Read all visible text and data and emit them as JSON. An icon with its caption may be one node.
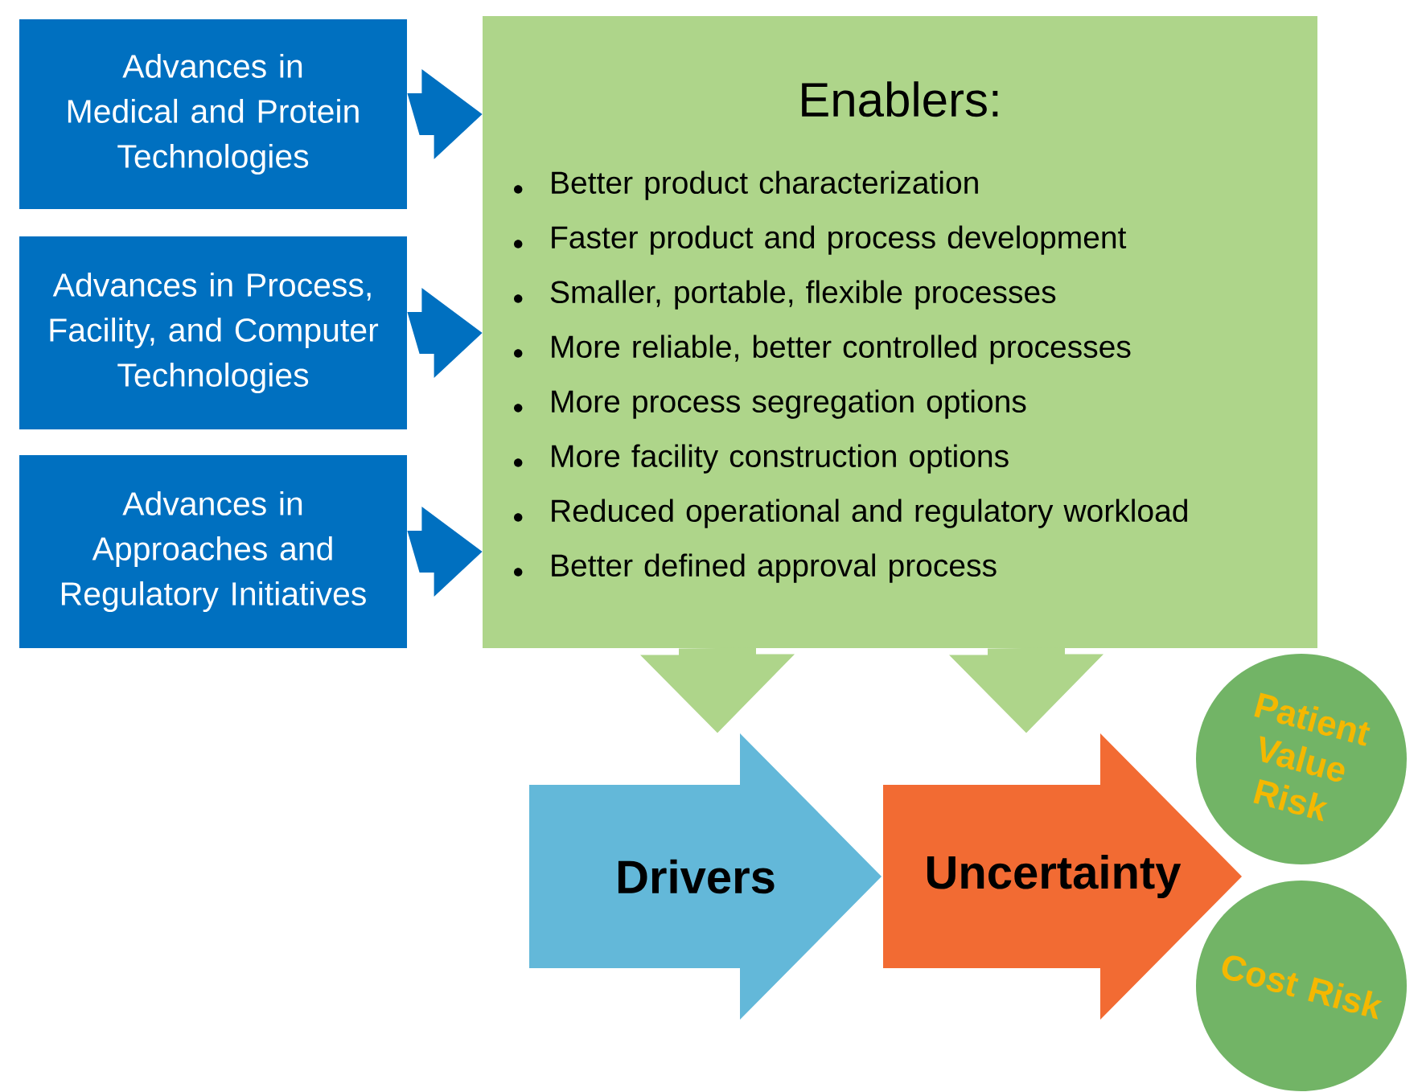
{
  "diagram": {
    "nodes": [
      {
        "text": [
          "Advances in Medical and Protein Technologies"
        ]
      },
      {
        "text": [
          "Advances in Process, Facility, and Computer Technologies"
        ]
      },
      {
        "text": [
          "Advances in Approaches and Regulatory Initiatives"
        ]
      },
      {
        "text": [
          "Enablers:",
          "Better product characterization",
          "Faster product and process development",
          "Smaller, portable, flexible processes",
          "More reliable, better controlled processes",
          "More process segregation options",
          "More facility construction options",
          "Reduced operational and regulatory workload",
          "Better defined approval process"
        ]
      },
      {
        "text": [
          "Drivers"
        ]
      },
      {
        "text": [
          "Uncertainty"
        ]
      },
      {
        "text": [
          "Patient Value Risk"
        ]
      },
      {
        "text": [
          "Cost Risk"
        ]
      }
    ],
    "edges": [
      {
        "from": 0,
        "to": 3,
        "arrow": "to"
      },
      {
        "from": 1,
        "to": 3,
        "arrow": "to"
      },
      {
        "from": 2,
        "to": 3,
        "arrow": "to"
      },
      {
        "from": 3,
        "to": 4,
        "arrow": "to",
        "color": "#aed58a"
      },
      {
        "from": 3,
        "to": 5,
        "arrow": "to",
        "color": "#aed58a"
      }
    ]
  }
}
